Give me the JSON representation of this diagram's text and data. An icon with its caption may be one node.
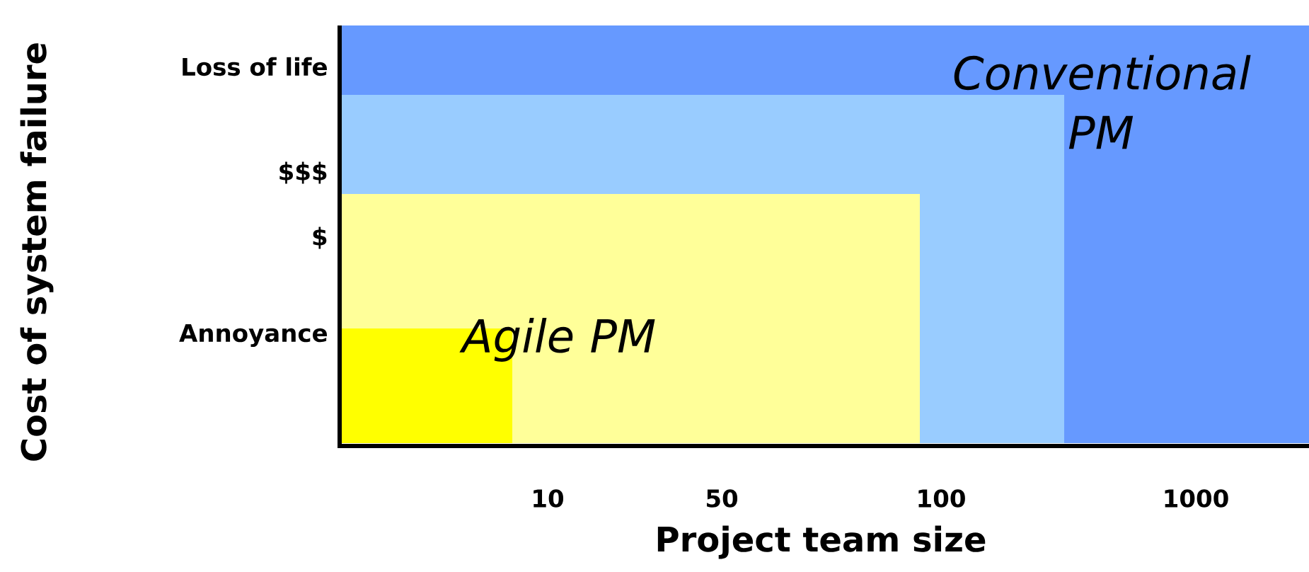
{
  "diagram": {
    "nodes": [
      {
        "text": [
          "Conventional PM"
        ]
      },
      {
        "text": [],
        "shape": "box",
        "in": 0
      },
      {
        "text": [
          "Agile PM"
        ],
        "in": 1
      },
      {
        "text": [],
        "shape": "box",
        "in": 2
      }
    ],
    "labels": [
      "Cost of system failure",
      "Loss of life",
      "$$$",
      "$",
      "Annoyance",
      "10",
      "50",
      "100",
      "1000",
      "Project team size"
    ]
  }
}
